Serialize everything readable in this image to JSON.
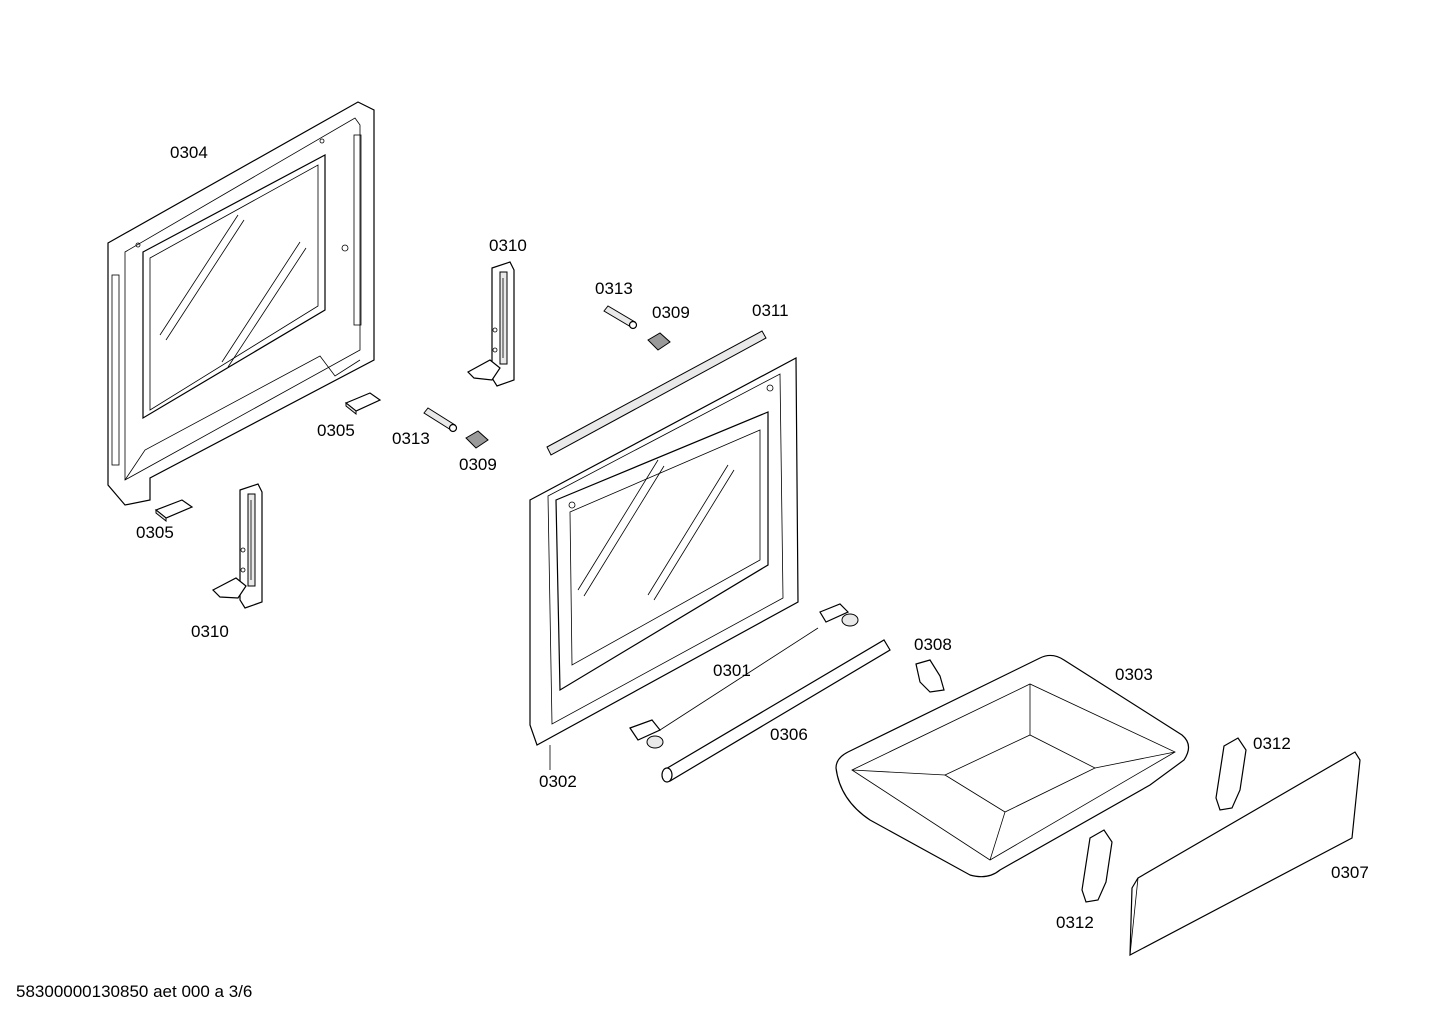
{
  "labels": {
    "l0304": "0304",
    "l0310a": "0310",
    "l0313a": "0313",
    "l0309a": "0309",
    "l0311": "0311",
    "l0305a": "0305",
    "l0313b": "0313",
    "l0309b": "0309",
    "l0305b": "0305",
    "l0310b": "0310",
    "l0308": "0308",
    "l0301": "0301",
    "l0303": "0303",
    "l0306": "0306",
    "l0302": "0302",
    "l0312a": "0312",
    "l0307": "0307",
    "l0312b": "0312"
  },
  "footer": "58300000130850 aet 000 a 3/6"
}
